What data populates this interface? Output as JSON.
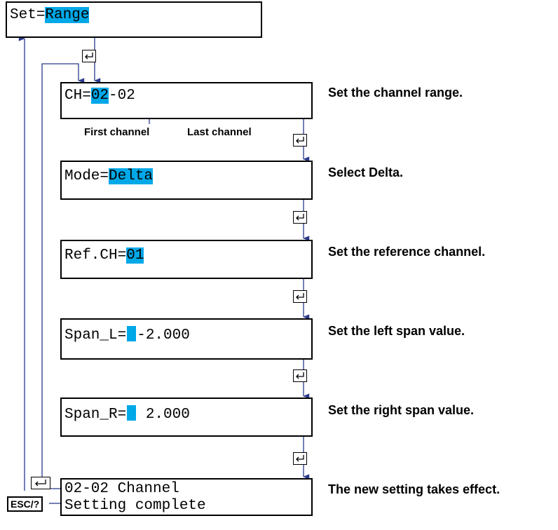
{
  "steps": {
    "set": {
      "label": "Set=",
      "value": "Range"
    },
    "ch": {
      "label": "CH=",
      "first": "02",
      "sep": "-",
      "last": "02",
      "first_note": "First channel",
      "last_note": "Last channel",
      "desc": "Set the channel range."
    },
    "mode": {
      "label": "Mode=",
      "value": "Delta",
      "desc": "Select Delta."
    },
    "ref": {
      "label": "Ref.CH=",
      "value": "01",
      "desc": "Set the reference channel."
    },
    "span_l": {
      "label": "Span_L=",
      "value": "-2.000",
      "desc": "Set the left span value."
    },
    "span_r": {
      "label": "Span_R=",
      "value": " 2.000",
      "desc": "Set the right span value."
    },
    "done": {
      "line1": "02-02 Channel",
      "line2": "Setting complete",
      "desc": "The new setting takes effect."
    }
  },
  "esc_key": "ESC/?",
  "colors": {
    "highlight": "#00a8e8",
    "arrow": "#2a3a8c"
  },
  "icons": {
    "enter": "enter-key-icon"
  }
}
